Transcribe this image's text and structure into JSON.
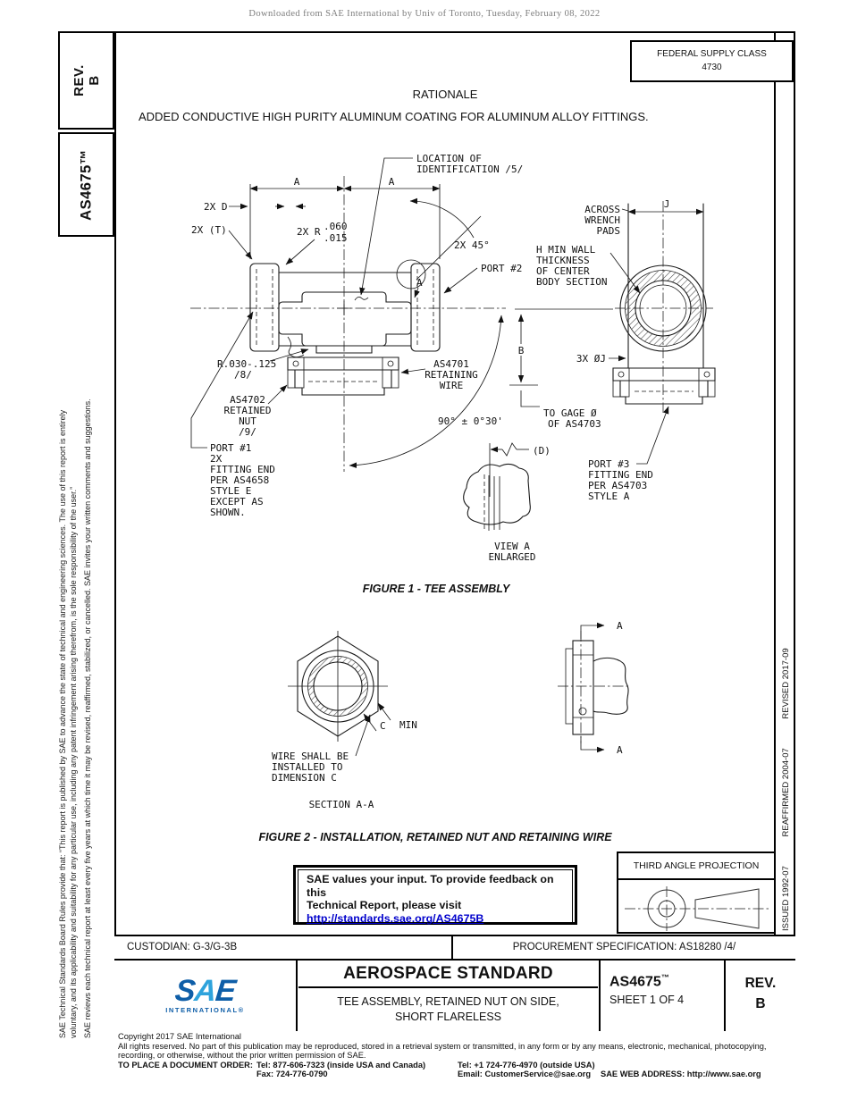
{
  "page": {
    "download_notice": "Downloaded from SAE International by Univ of Toronto, Tuesday, February 08, 2022"
  },
  "left_panel": {
    "rev_line1": "REV.",
    "rev_line2": "B",
    "doc_number": "AS4675™",
    "legal1_line1": "SAE Technical Standards Board Rules provide that: “This report is published by SAE to advance the state of technical and engineering sciences. The use of this report is entirely",
    "legal1_line2": "voluntary, and its applicability and suitability for any particular use, including any patent infringement arising therefrom, is the sole responsibility of the user.”",
    "legal2": "SAE reviews each technical report at least every five years at which time it may be revised, reaffirmed, stabilized, or cancelled. SAE invites your written comments and suggestions."
  },
  "right_panel": {
    "issued": "ISSUED 1992-07",
    "reaffirmed": "REAFFIRMED 2004-07",
    "revised": "REVISED 2017-09"
  },
  "fsc": {
    "label": "FEDERAL SUPPLY CLASS",
    "value": "4730"
  },
  "rationale": {
    "title": "RATIONALE",
    "body": "ADDED CONDUCTIVE HIGH PURITY ALUMINUM COATING FOR ALUMINUM ALLOY FITTINGS."
  },
  "fig1": {
    "caption": "FIGURE 1 - TEE ASSEMBLY",
    "loc1": "LOCATION OF",
    "loc2": "IDENTIFICATION /5/",
    "dim_a": "A",
    "d": "2X D",
    "t": "2X (T)",
    "r_prefix": "2X R",
    "r_max": ".060",
    "r_min": ".015",
    "deg45": "2X 45°",
    "port2": "PORT #2",
    "circle_a": "A",
    "port1": [
      "PORT #1",
      "2X",
      "FITTING END",
      "PER AS4658",
      "STYLE E",
      "EXCEPT AS",
      "SHOWN."
    ],
    "r030": [
      "R.030-.125",
      "/8/"
    ],
    "as4702": [
      "AS4702",
      "RETAINED",
      "NUT",
      "/9/"
    ],
    "as4701": [
      "AS4701",
      "RETAINING",
      "WIRE"
    ],
    "angle": "90° ± 0°30'",
    "d_ref": "(D)",
    "view_a": [
      "VIEW A",
      "ENLARGED"
    ],
    "across": [
      "ACROSS",
      "WRENCH",
      "PADS"
    ],
    "j": "J",
    "b": "B",
    "oj": "3X ØJ",
    "h_min": [
      "H MIN WALL",
      "THICKNESS",
      "OF CENTER",
      "BODY SECTION"
    ],
    "gage": [
      "TO GAGE Ø",
      "OF AS4703"
    ],
    "port3": [
      "PORT #3",
      "FITTING END",
      "PER AS4703",
      "STYLE A"
    ]
  },
  "fig2": {
    "caption": "FIGURE 2 - INSTALLATION, RETAINED NUT AND RETAINING WIRE",
    "wire": [
      "WIRE SHALL BE",
      "INSTALLED TO",
      "DIMENSION C"
    ],
    "section": "SECTION A-A",
    "c": "C",
    "min": "MIN",
    "a": "A"
  },
  "feedback": {
    "line1": "SAE values your input. To provide feedback on this",
    "line2": "Technical Report, please visit",
    "link": "http://standards.sae.org/AS4675B",
    "link_color": "#0000cc"
  },
  "projection": {
    "label": "THIRD ANGLE PROJECTION"
  },
  "title_block": {
    "custodian": "CUSTODIAN: G-3/G-3B",
    "procurement": "PROCUREMENT SPECIFICATION: AS18280 /4/",
    "logo_s": "S",
    "logo_a": "A",
    "logo_e": "E",
    "logo_sub": "INTERNATIONAL®",
    "logo_blue_dark": "#0e5ea8",
    "logo_blue_light": "#2ea3dc",
    "standard_type": "AEROSPACE STANDARD",
    "title_line1": "TEE ASSEMBLY, RETAINED NUT ON SIDE,",
    "title_line2": "SHORT FLARELESS",
    "doc_number": "AS4675",
    "doc_tm": "™",
    "sheet": "SHEET 1 OF 4",
    "rev_label": "REV.",
    "rev_value": "B"
  },
  "footer": {
    "copyright": "Copyright 2017 SAE International",
    "rights_line1": "All rights reserved. No part of this publication may be reproduced, stored in a retrieval system or transmitted, in any form or by any means, electronic, mechanical, photocopying,",
    "rights_line2": "recording, or otherwise, without the prior written permission of SAE.",
    "order_label": "TO PLACE A DOCUMENT ORDER:",
    "tel_inside": "Tel: 877-606-7323 (inside USA and Canada)",
    "tel_outside": "Tel: +1 724-776-4970 (outside USA)",
    "fax": "Fax: 724-776-0790",
    "email": "Email: CustomerService@sae.org",
    "web": "SAE WEB ADDRESS: http://www.sae.org"
  }
}
